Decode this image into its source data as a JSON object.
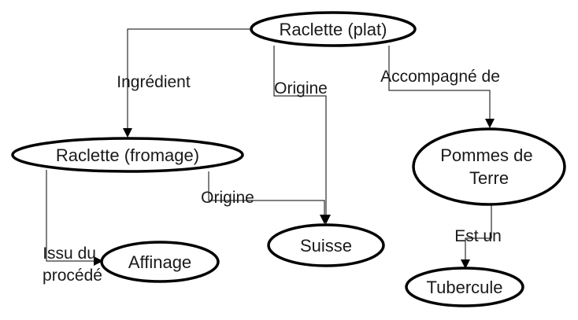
{
  "nodes": {
    "raclette_plat": "Raclette (plat)",
    "raclette_fromage": "Raclette (fromage)",
    "pommes_de_terre": [
      "Pommes de",
      "Terre"
    ],
    "suisse": "Suisse",
    "affinage": "Affinage",
    "tubercule": "Tubercule"
  },
  "edges": {
    "ingredient": "Ingrédient",
    "origine_plat": "Origine",
    "accompagne_de": "Accompagné de",
    "origine_fromage": "Origine",
    "issu_du_procede": [
      "Issu du",
      "procédé"
    ],
    "est_un": "Est un"
  }
}
